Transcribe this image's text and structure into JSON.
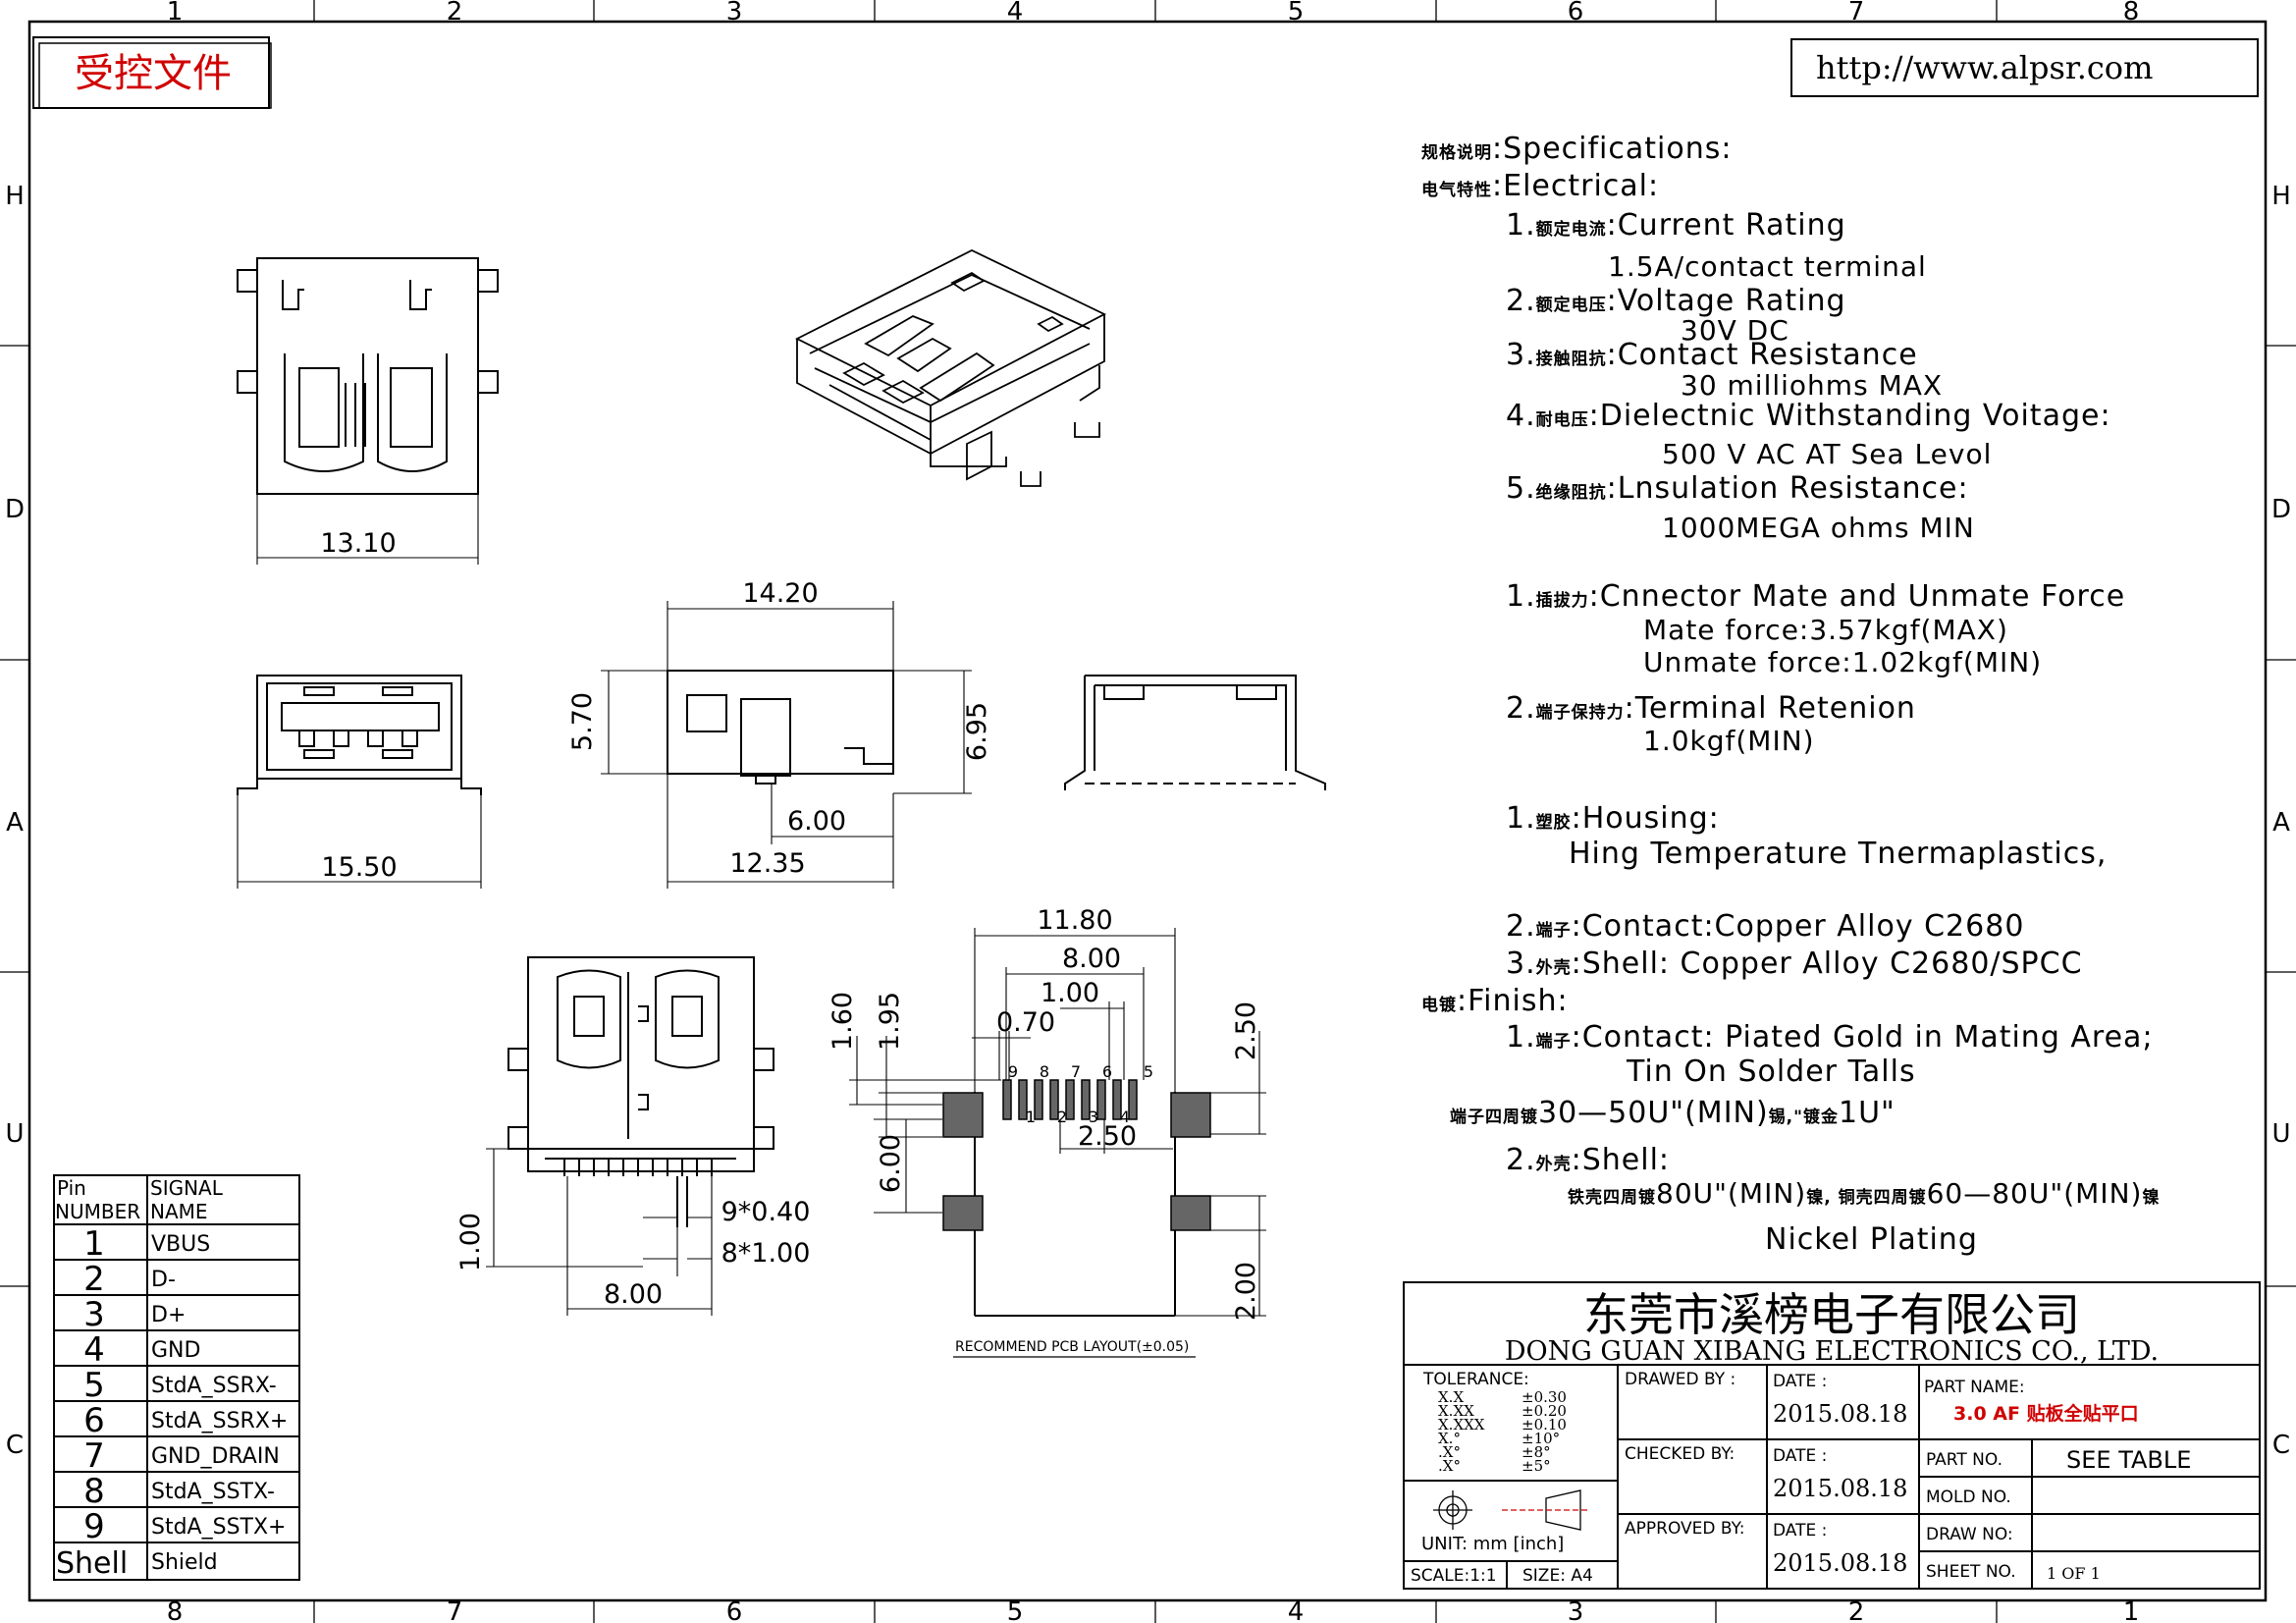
{
  "frame": {
    "top_numbers": [
      "1",
      "2",
      "3",
      "4",
      "5",
      "6",
      "7",
      "8"
    ],
    "bottom_numbers": [
      "8",
      "7",
      "6",
      "5",
      "4",
      "3",
      "2",
      "1"
    ],
    "side_letters": [
      "H",
      "D",
      "A",
      "U",
      "C"
    ]
  },
  "stamp": "受控文件",
  "url": "http://www.alpsr.com",
  "specs": {
    "title_cn": "规格说明",
    "title": ":Specifications:",
    "electrical_cn": "电气特性",
    "electrical": ":Electrical:",
    "e1_num": "1.",
    "e1_cn": "额定电流",
    "e1": ":Current  Rating",
    "e1_val": "1.5A/contact  terminal",
    "e2_num": "2.",
    "e2_cn": "额定电压",
    "e2": ":Voltage  Rating",
    "e2_val": "30V  DC",
    "e3_num": "3.",
    "e3_cn": "接触阻抗",
    "e3": ":Contact  Resistance",
    "e3_val": "30  milliohms  MAX",
    "e4_num": "4.",
    "e4_cn": "耐电压",
    "e4": ":Dielectnic  Withstanding  Voitage:",
    "e4_val": "500  V  AC  AT  Sea  Levol",
    "e5_num": "5.",
    "e5_cn": "绝缘阻抗",
    "e5": ":Lnsulation  Resistance:",
    "e5_val": "1000MEGA  ohms  MIN",
    "m1_num": "1.",
    "m1_cn": "插拔力",
    "m1": ":Cnnector  Mate  and  Unmate  Force",
    "m1_val1": "Mate  force:3.57kgf(MAX)",
    "m1_val2": "Unmate  force:1.02kgf(MIN)",
    "m2_num": "2.",
    "m2_cn": "端子保持力",
    "m2": ":Terminal  Retenion",
    "m2_val": "1.0kgf(MIN)",
    "h1_num": "1.",
    "h1_cn": "塑胶",
    "h1": ":Housing:",
    "h1_val": "Hing  Temperature   Tnermaplastics,",
    "h2_num": "2.",
    "h2_cn": "端子",
    "h2": ":Contact:Copper  Alloy  C2680",
    "h3_num": "3.",
    "h3_cn": "外壳",
    "h3": ":Shell:  Copper  Alloy  C2680/SPCC",
    "finish_cn": "电镀",
    "finish": ":Finish:",
    "f1_num": "1.",
    "f1_cn": "端子",
    "f1": ":Contact:  Piated  Gold  in  Mating  Area;",
    "f1_val": "Tin  On  Solder  Talls",
    "f1_cn2": "端子四周镀",
    "f1_b": "30—50U\"(MIN)",
    "f1_cn3": "锡,\"镀金",
    "f1_c": "1U\"",
    "f2_num": "2.",
    "f2_cn": "外壳",
    "f2": ":Shell:",
    "f2_cn2": "铁壳四周镀",
    "f2_b": "80U\"(MIN)",
    "f2_cn3": "镍, 铜壳四周镀",
    "f2_c": "60—80U\"(MIN)",
    "f2_cn4": "镍",
    "f2_val": "Nickel  Plating"
  },
  "dims": {
    "d_13_10": "13.10",
    "d_14_20": "14.20",
    "d_5_70": "5.70",
    "d_6_95": "6.95",
    "d_6_00": "6.00",
    "d_12_35": "12.35",
    "d_15_50": "15.50",
    "d_1_00v": "1.00",
    "d_9x040": "9*0.40",
    "d_8x100": "8*1.00",
    "d_8_00b": "8.00",
    "p_11_80": "11.80",
    "p_8_00": "8.00",
    "p_1_00": "1.00",
    "p_0_70": "0.70",
    "p_1_60": "1.60",
    "p_1_95": "1.95",
    "p_2_50r": "2.50",
    "p_2_50b": "2.50",
    "p_6_00": "6.00",
    "p_2_00": "2.00"
  },
  "pcb_pins_top": [
    "9",
    "8",
    "7",
    "6",
    "5"
  ],
  "pcb_pins_bottom": [
    "1",
    "2",
    "3",
    "4"
  ],
  "pcb_caption": "RECOMMEND PCB LAYOUT(±0.05)",
  "pin_table": {
    "header_pin": "Pin\nNUMBER",
    "header_pin_1": "Pin",
    "header_pin_2": "NUMBER",
    "header_signal_1": "SIGNAL",
    "header_signal_2": "NAME",
    "rows": [
      {
        "pin": "1",
        "signal": "VBUS"
      },
      {
        "pin": "2",
        "signal": "D-"
      },
      {
        "pin": "3",
        "signal": "D+"
      },
      {
        "pin": "4",
        "signal": "GND"
      },
      {
        "pin": "5",
        "signal": "StdA_SSRX-"
      },
      {
        "pin": "6",
        "signal": "StdA_SSRX+"
      },
      {
        "pin": "7",
        "signal": "GND_DRAIN"
      },
      {
        "pin": "8",
        "signal": "StdA_SSTX-"
      },
      {
        "pin": "9",
        "signal": "StdA_SSTX+"
      },
      {
        "pin": "Shell",
        "signal": "Shield"
      }
    ]
  },
  "title_block": {
    "company_cn": "东莞市溪榜电子有限公司",
    "company_en": "DONG  GUAN  XIBANG  ELECTRONICS  CO.,  LTD.",
    "tolerance": "TOLERANCE:",
    "tol_rows": [
      {
        "k": "X.X",
        "v": "±0.30"
      },
      {
        "k": "X.XX",
        "v": "±0.20"
      },
      {
        "k": "X.XXX",
        "v": "±0.10"
      },
      {
        "k": "X.°",
        "v": "±10°"
      },
      {
        "k": ".X°",
        "v": "±8°"
      },
      {
        "k": ".X°",
        "v": "±5°"
      }
    ],
    "unit": "UNIT:  mm  [inch]",
    "scale": "SCALE:1:1",
    "size": "SIZE:  A4",
    "drawed_by": "DRAWED  BY :",
    "checked_by": "CHECKED  BY:",
    "approved_by": "APPROVED  BY:",
    "date_label": "DATE  :",
    "date": "2015.08.18",
    "part_name_label": "PART  NAME:",
    "part_name": "3.0 AF 贴板全贴平口",
    "part_no_label": "PART  NO.",
    "part_no": "SEE  TABLE",
    "mold_no_label": "MOLD  NO.",
    "draw_no_label": "DRAW  NO:",
    "sheet_no_label": "SHEET  NO.",
    "sheet": "1  OF  1"
  }
}
